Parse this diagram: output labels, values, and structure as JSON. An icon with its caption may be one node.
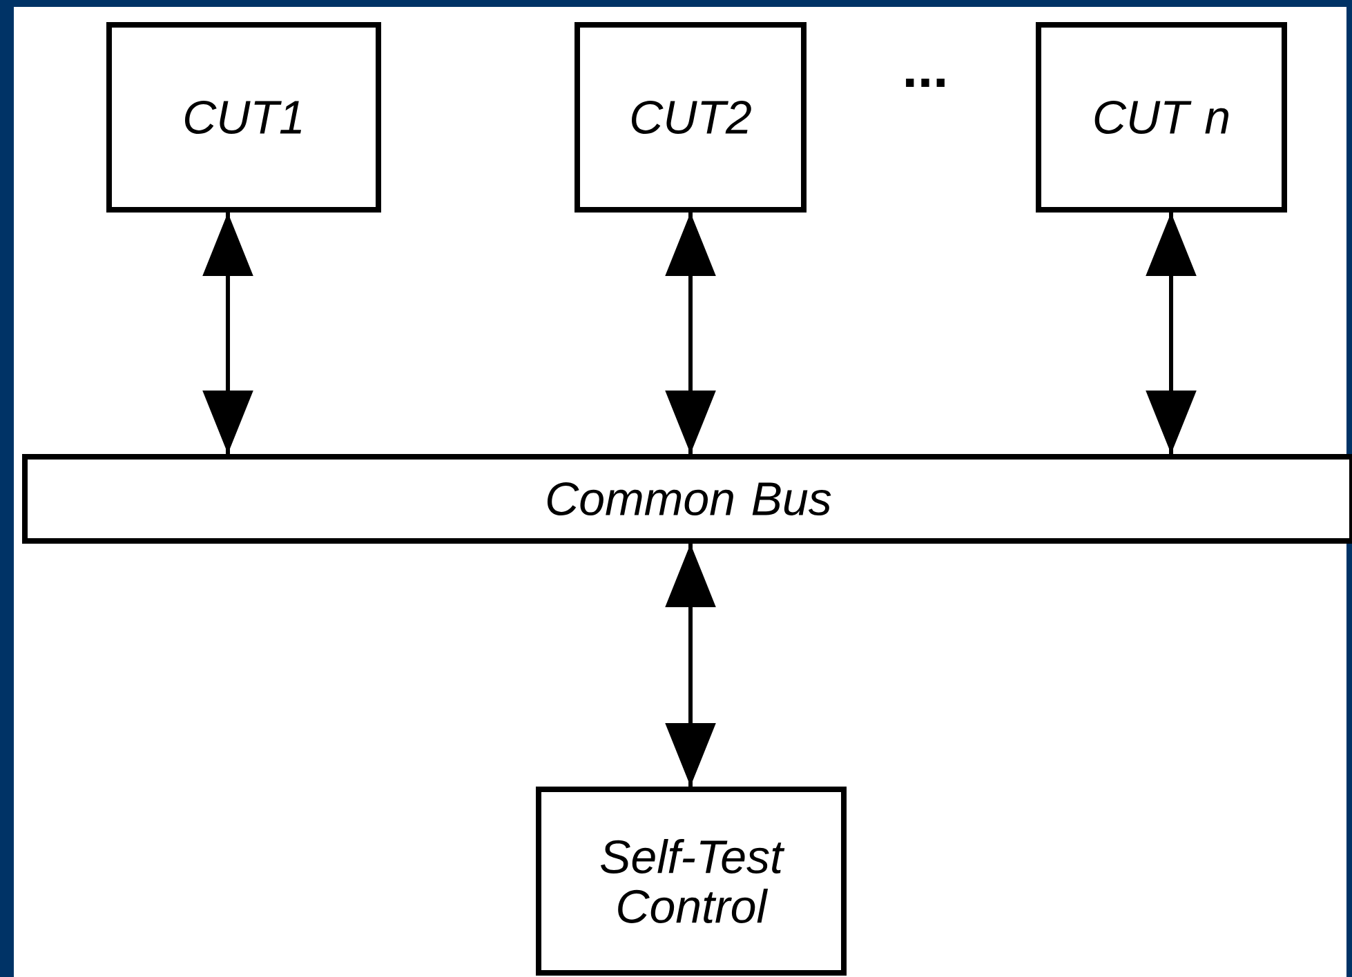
{
  "diagram": {
    "nodes": [
      {
        "text": [
          "CUT1"
        ]
      },
      {
        "text": [
          "CUT2"
        ]
      },
      {
        "text": [
          "CUT n"
        ]
      },
      {
        "text": [
          "Common Bus"
        ]
      },
      {
        "text": [
          "Self-Test Control"
        ]
      }
    ],
    "edges": [
      {
        "from": 0,
        "to": 3,
        "arrow": "both"
      },
      {
        "from": 1,
        "to": 3,
        "arrow": "both"
      },
      {
        "from": 2,
        "to": 3,
        "arrow": "both"
      },
      {
        "from": 3,
        "to": 4,
        "arrow": "both"
      }
    ],
    "labels": [
      "..."
    ]
  }
}
